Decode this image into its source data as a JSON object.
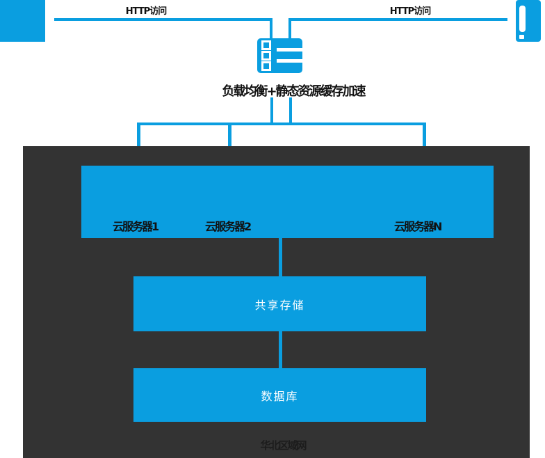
{
  "colors": {
    "accent_blue": "#0a9ee0",
    "panel_dark": "#333333",
    "text_dark": "#111111",
    "text_light": "#ffffff"
  },
  "links": {
    "http_left_label": "HTTP访问",
    "http_right_label": "HTTP访问"
  },
  "load_balancer": {
    "caption": "负载均衡+静态资源缓存加速"
  },
  "servers": {
    "labels": [
      "云服务器1",
      "云服务器2",
      "云服务器N"
    ]
  },
  "storage": {
    "label": "共享存储"
  },
  "database": {
    "label": "数据库"
  },
  "region": {
    "caption": "华北区域网"
  }
}
